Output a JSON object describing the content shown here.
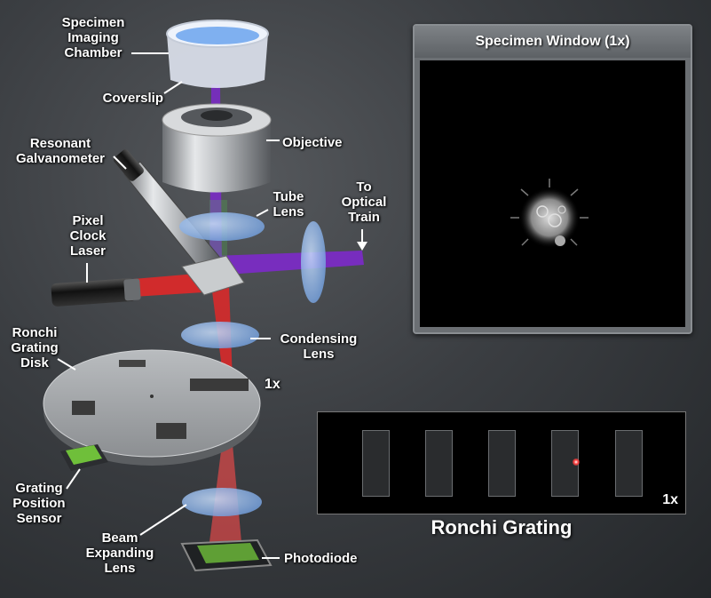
{
  "labels": {
    "specimen_chamber": "Specimen\nImaging\nChamber",
    "coverslip": "Coverslip",
    "objective": "Objective",
    "resonant_galvo": "Resonant\nGalvanometer",
    "tube_lens": "Tube\nLens",
    "optical_train": "To\nOptical\nTrain",
    "pixel_clock_laser": "Pixel\nClock\nLaser",
    "ronchi_disk": "Ronchi\nGrating\nDisk",
    "condensing_lens": "Condensing\nLens",
    "disk_mag": "1x",
    "grating_sensor": "Grating\nPosition\nSensor",
    "beam_lens": "Beam\nExpanding\nLens",
    "photodiode": "Photodiode"
  },
  "specimen_window": {
    "title": "Specimen Window (1x)"
  },
  "ronchi_view": {
    "title": "Ronchi Grating",
    "mag": "1x",
    "slit_count": 5
  },
  "colors": {
    "scan_beam": "#7a2bc4",
    "clock_beam": "#e02828",
    "lens": "#8fb8ee",
    "sensor": "#6fbf3a"
  }
}
